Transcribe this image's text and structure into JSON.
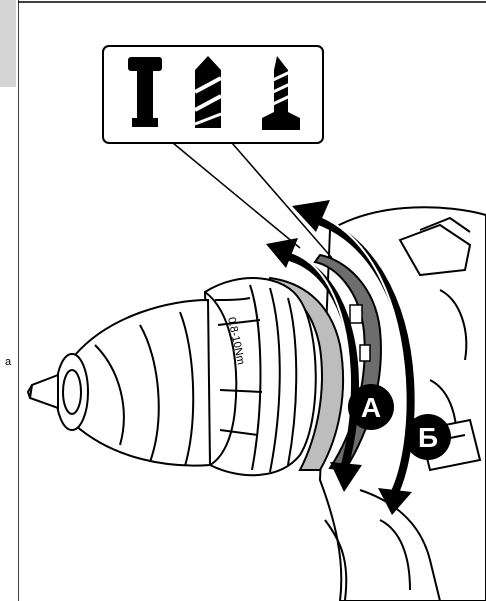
{
  "page": {
    "stray_letter": "a"
  },
  "figure": {
    "torque_scale_label": "0.8-10Nm",
    "markers": [
      {
        "id": "ring-a",
        "letter": "А"
      },
      {
        "id": "ring-b",
        "letter": "Б"
      }
    ],
    "mode_icons": [
      "screwdriver-bit-icon",
      "drill-bit-icon",
      "masonry-drill-icon"
    ]
  }
}
